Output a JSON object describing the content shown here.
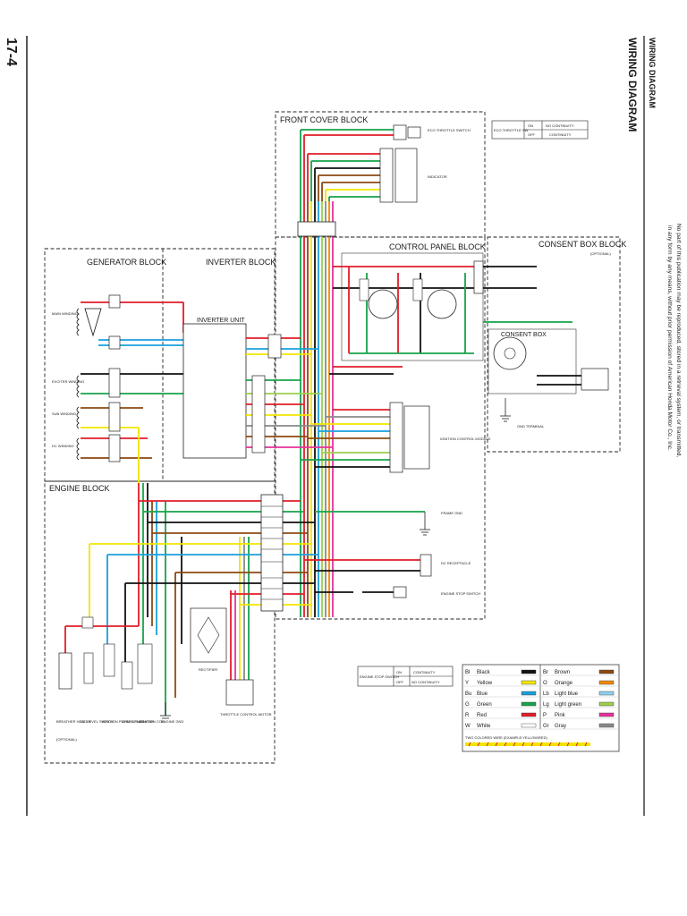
{
  "page_number": "17-4",
  "header": {
    "title_small": "WIRING DIAGRAM",
    "title_large": "WIRING DIAGRAM",
    "copyright_line1": "No part of this publication may be reproduced, stored in a retrieval system, or transmitted,",
    "copyright_line2": "in any form by any means, without prior permission of American Honda Motor Co., Inc."
  },
  "blocks": {
    "front_cover": "FRONT COVER BLOCK",
    "generator": "GENERATOR BLOCK",
    "inverter": "INVERTER BLOCK",
    "control_panel": "CONTROL PANEL BLOCK",
    "consent_box": "CONSENT BOX BLOCK",
    "consent_box_note": "(OPTIONAL)",
    "engine": "ENGINE BLOCK"
  },
  "components": {
    "inverter_unit": "INVERTER UNIT",
    "consent_box": "CONSENT BOX",
    "eco_throttle_switch": "ECO THROTTLE SWITCH",
    "indicator": "INDICATOR",
    "ignition_control_module": "IGNITION CONTROL MODULE",
    "frame_gnd": "FRAME GND",
    "dc_receptacle": "DC RECEPTACLE",
    "engine_stop_switch": "ENGINE STOP SWITCH",
    "gnd_terminal": "GND TERMINAL",
    "rectifier": "RECTIFIER",
    "throttle_control_motor": "THROTTLE CONTROL MOTOR",
    "main_winding": "MAIN WINDING",
    "exciter_winding": "EXCITER WINDING",
    "sub_winding": "SUB WINDING",
    "dc_winding": "DC WINDING",
    "breather_heater": "BREATHER HEATER",
    "optional": "(OPTIONAL)",
    "oil_level_switch": "OIL LEVEL SWITCH",
    "ignition_pulse_generator": "IGNITION PULSE GENERATOR",
    "spark_plug": "SPARK PLUG",
    "ignition_coil": "IGNITION COIL",
    "engine_gnd": "ENGINE GND"
  },
  "eco_switch_table": {
    "label": "ECO THROTTLE SW",
    "rows": [
      {
        "state": "ON",
        "result": "NO CONTINUITY"
      },
      {
        "state": "OFF",
        "result": "CONTINUITY"
      }
    ]
  },
  "engine_stop_table": {
    "label": "ENGINE STOP SWITCH",
    "rows": [
      {
        "state": "ON",
        "result": "CONTINUITY"
      },
      {
        "state": "OFF",
        "result": "NO CONTINUITY"
      }
    ]
  },
  "color_legend": {
    "entries": [
      {
        "code": "Bl",
        "name": "Black",
        "color": "#111111"
      },
      {
        "code": "Br",
        "name": "Brown",
        "color": "#8b4a12"
      },
      {
        "code": "Y",
        "name": "Yellow",
        "color": "#f2e600"
      },
      {
        "code": "O",
        "name": "Orange",
        "color": "#f08a00"
      },
      {
        "code": "Bu",
        "name": "Blue",
        "color": "#1aa0dc"
      },
      {
        "code": "Lb",
        "name": "Light blue",
        "color": "#8fd0ee"
      },
      {
        "code": "G",
        "name": "Green",
        "color": "#16a34a"
      },
      {
        "code": "Lg",
        "name": "Light green",
        "color": "#9ad04a"
      },
      {
        "code": "R",
        "name": "Red",
        "color": "#e11d2a"
      },
      {
        "code": "P",
        "name": "Pink",
        "color": "#e6339a"
      },
      {
        "code": "W",
        "name": "White",
        "color": "#ffffff"
      },
      {
        "code": "Gr",
        "name": "Gray",
        "color": "#8a8a8a"
      }
    ],
    "two_color_note": "TWO COLORED WIRE (EXAMPLE:YELLOW/RED)"
  }
}
